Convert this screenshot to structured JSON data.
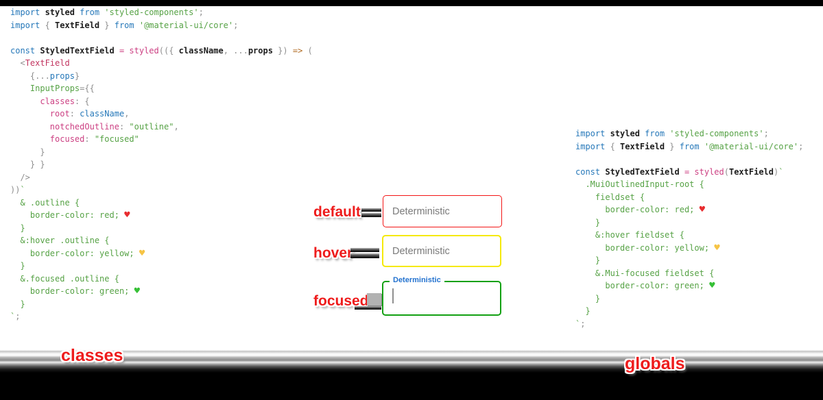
{
  "window": {
    "top_bar_color": "#000000",
    "background": "#ffffff"
  },
  "captions": {
    "left": "classes",
    "right": "globals",
    "color": "#ee1c1c"
  },
  "annotations": {
    "default": "default",
    "hover": "hover",
    "focused": "focused"
  },
  "fields": {
    "default": {
      "placeholder": "Deterministic",
      "border_color": "#f31515",
      "state": "default"
    },
    "hover": {
      "placeholder": "Deterministic",
      "border_color": "#f5e900",
      "state": "hover"
    },
    "focused": {
      "label": "Deterministic",
      "label_color": "#2372cf",
      "border_color": "#12a012",
      "value": "",
      "cursor": "text-caret"
    }
  },
  "code_colors": {
    "keyword": "#2678b9",
    "identifier": "#1c1c1c",
    "string_green": "#56a245",
    "punctuation": "#8f8f8f",
    "pink": "#cc3f82",
    "tag": "#c23560",
    "arrow": "#b06a21",
    "heart_red": "#e82c2f",
    "heart_yellow": "#f6c445",
    "heart_green": "#36c036"
  },
  "classes_code": {
    "lines": [
      [
        [
          "k",
          "import "
        ],
        [
          "i",
          "styled "
        ],
        [
          "k",
          "from "
        ],
        [
          "s",
          "'styled-components'"
        ],
        [
          "p",
          ";"
        ]
      ],
      [
        [
          "k",
          "import "
        ],
        [
          "p",
          "{ "
        ],
        [
          "i",
          "TextField "
        ],
        [
          "p",
          "} "
        ],
        [
          "k",
          "from "
        ],
        [
          "s",
          "'@material-ui/core'"
        ],
        [
          "p",
          ";"
        ]
      ],
      [],
      [
        [
          "k",
          "const "
        ],
        [
          "i",
          "StyledTextField "
        ],
        [
          "f",
          "= styled"
        ],
        [
          "p",
          "(({ "
        ],
        [
          "i",
          "className"
        ],
        [
          "p",
          ", ..."
        ],
        [
          "i",
          "props"
        ],
        [
          "p",
          " }) "
        ],
        [
          "o",
          "=>"
        ],
        [
          "p",
          " ("
        ]
      ],
      [
        [
          "p",
          "  <"
        ],
        [
          "t",
          "TextField"
        ]
      ],
      [
        [
          "p",
          "    {..."
        ],
        [
          "k",
          "props"
        ],
        [
          "p",
          "}"
        ]
      ],
      [
        [
          "p",
          "    "
        ],
        [
          "s",
          "InputProps"
        ],
        [
          "p",
          "={{"
        ]
      ],
      [
        [
          "p",
          "      "
        ],
        [
          "f",
          "classes"
        ],
        [
          "p",
          ": {"
        ]
      ],
      [
        [
          "p",
          "        "
        ],
        [
          "f",
          "root"
        ],
        [
          "p",
          ": "
        ],
        [
          "k",
          "className"
        ],
        [
          "p",
          ","
        ]
      ],
      [
        [
          "p",
          "        "
        ],
        [
          "f",
          "notchedOutline"
        ],
        [
          "p",
          ": "
        ],
        [
          "s",
          "\"outline\""
        ],
        [
          "p",
          ","
        ]
      ],
      [
        [
          "p",
          "        "
        ],
        [
          "f",
          "focused"
        ],
        [
          "p",
          ": "
        ],
        [
          "s",
          "\"focused\""
        ]
      ],
      [
        [
          "p",
          "      }"
        ]
      ],
      [
        [
          "p",
          "    } }"
        ]
      ],
      [
        [
          "p",
          "  />"
        ]
      ],
      [
        [
          "p",
          "))"
        ],
        [
          "s",
          "`"
        ]
      ],
      [
        [
          "s",
          "  & .outline {"
        ]
      ],
      [
        [
          "s",
          "    border-color: red; "
        ],
        [
          "hr",
          "♥"
        ]
      ],
      [
        [
          "s",
          "  }"
        ]
      ],
      [
        [
          "s",
          "  &:hover .outline {"
        ]
      ],
      [
        [
          "s",
          "    border-color: yellow; "
        ],
        [
          "hy",
          "♥"
        ]
      ],
      [
        [
          "s",
          "  }"
        ]
      ],
      [
        [
          "s",
          "  &.focused .outline {"
        ]
      ],
      [
        [
          "s",
          "    border-color: green; "
        ],
        [
          "hg",
          "♥"
        ]
      ],
      [
        [
          "s",
          "  }"
        ]
      ],
      [
        [
          "s",
          "`"
        ],
        [
          "p",
          ";"
        ]
      ]
    ]
  },
  "globals_code": {
    "lines": [
      [
        [
          "k",
          "import "
        ],
        [
          "i",
          "styled "
        ],
        [
          "k",
          "from "
        ],
        [
          "s",
          "'styled-components'"
        ],
        [
          "p",
          ";"
        ]
      ],
      [
        [
          "k",
          "import "
        ],
        [
          "p",
          "{ "
        ],
        [
          "i",
          "TextField "
        ],
        [
          "p",
          "} "
        ],
        [
          "k",
          "from "
        ],
        [
          "s",
          "'@material-ui/core'"
        ],
        [
          "p",
          ";"
        ]
      ],
      [],
      [
        [
          "k",
          "const "
        ],
        [
          "i",
          "StyledTextField "
        ],
        [
          "f",
          "= styled"
        ],
        [
          "p",
          "("
        ],
        [
          "i",
          "TextField"
        ],
        [
          "p",
          ")"
        ],
        [
          "s",
          "`"
        ]
      ],
      [
        [
          "s",
          "  .MuiOutlinedInput-root {"
        ]
      ],
      [
        [
          "s",
          "    fieldset {"
        ]
      ],
      [
        [
          "s",
          "      border-color: red; "
        ],
        [
          "hr",
          "♥"
        ]
      ],
      [
        [
          "s",
          "    }"
        ]
      ],
      [
        [
          "s",
          "    &:hover fieldset {"
        ]
      ],
      [
        [
          "s",
          "      border-color: yellow; "
        ],
        [
          "hy",
          "♥"
        ]
      ],
      [
        [
          "s",
          "    }"
        ]
      ],
      [
        [
          "s",
          "    &.Mui-focused fieldset {"
        ]
      ],
      [
        [
          "s",
          "      border-color: green; "
        ],
        [
          "hg",
          "♥"
        ]
      ],
      [
        [
          "s",
          "    }"
        ]
      ],
      [
        [
          "s",
          "  }"
        ]
      ],
      [
        [
          "s",
          "`"
        ],
        [
          "p",
          ";"
        ]
      ]
    ]
  }
}
